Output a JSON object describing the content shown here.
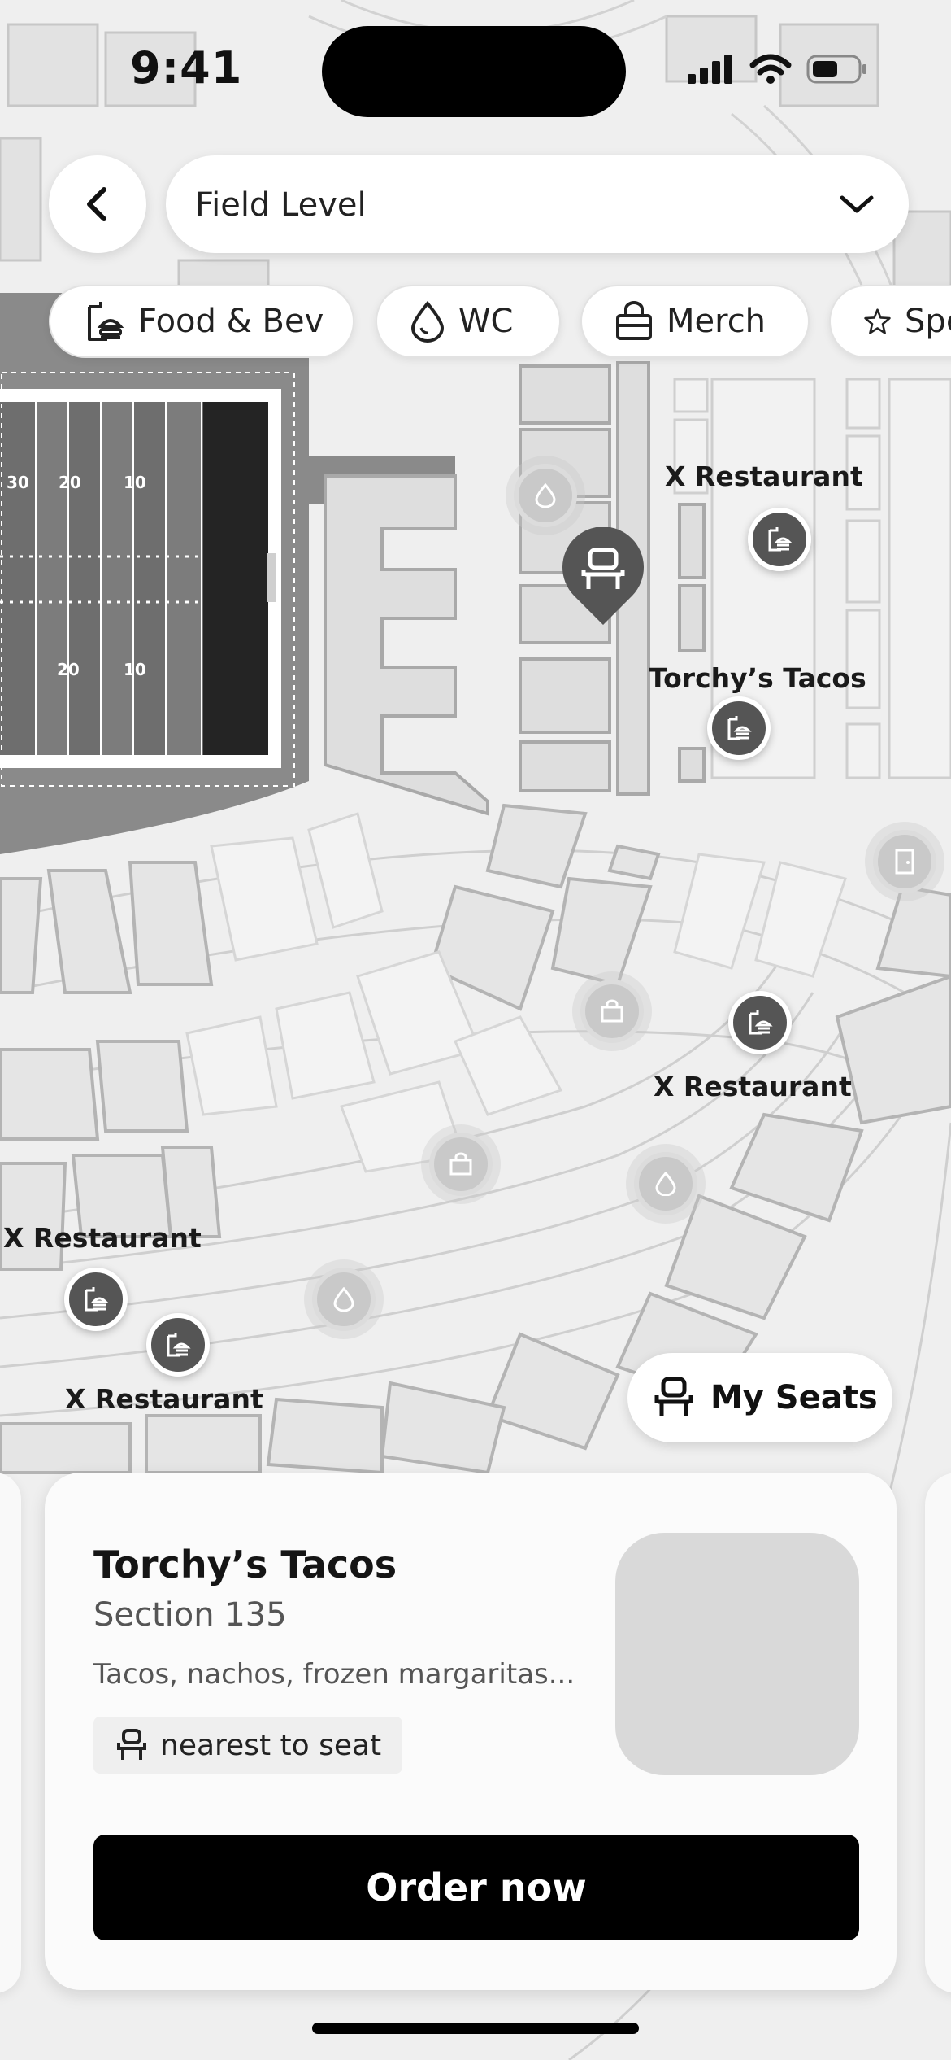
{
  "status_bar": {
    "time": "9:41"
  },
  "header": {
    "level_select": "Field Level"
  },
  "chips": [
    {
      "label": "Food & Bev",
      "icon": "food-bev-icon"
    },
    {
      "label": "WC",
      "icon": "droplet-icon"
    },
    {
      "label": "Merch",
      "icon": "bag-icon"
    },
    {
      "label": "Specials",
      "icon": "star-icon"
    }
  ],
  "map_labels": {
    "x_restaurant_1": "X Restaurant",
    "torchys": "Torchy’s Tacos",
    "x_restaurant_2": "X Restaurant",
    "x_restaurant_3": "X Restaurant",
    "x_restaurant_4": "X Restaurant"
  },
  "field_numbers": {
    "n1": "30",
    "n2": "20",
    "n3": "10",
    "n4": "20",
    "n5": "10"
  },
  "my_seats_label": "My Seats",
  "card": {
    "title": "Torchy’s Tacos",
    "section": "Section 135",
    "description": "Tacos, nachos, frozen margaritas...",
    "badge": "nearest to seat",
    "cta": "Order now"
  },
  "colors": {
    "accent": "#000000",
    "pin_active": "#555555",
    "map_bg": "#efefef"
  }
}
